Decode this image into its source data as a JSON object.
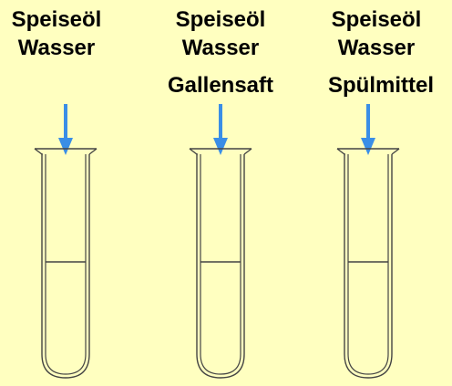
{
  "tubes": [
    {
      "labels": [
        "Speiseöl",
        "Wasser"
      ]
    },
    {
      "labels": [
        "Speiseöl",
        "Wasser",
        "Gallensaft"
      ]
    },
    {
      "labels": [
        "Speiseöl",
        "Wasser",
        "Spülmittel"
      ]
    }
  ],
  "icons": {
    "arrow": "arrow-down-icon",
    "tube": "test-tube-icon"
  },
  "colors": {
    "background": "#ffffc0",
    "arrow": "#3a8ee6",
    "tube_outline": "#444444",
    "text": "#000000"
  }
}
